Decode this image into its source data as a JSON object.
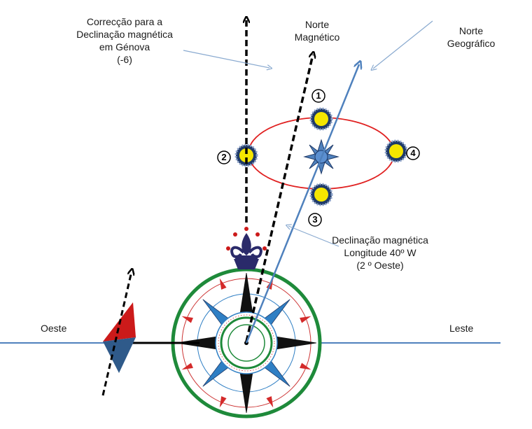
{
  "labels": {
    "correction": [
      "Correcção para a",
      "Declinação magnética",
      "em Génova",
      "(-6)"
    ],
    "magnetic_north": [
      "Norte",
      "Magnético"
    ],
    "geographic_north": [
      "Norte",
      "Geográfico"
    ],
    "declination": [
      "Declinação magnética",
      "Longitude 40º W",
      "(2 º Oeste)"
    ],
    "west": "Oeste",
    "east": "Leste"
  },
  "positions": [
    "1",
    "2",
    "3",
    "4"
  ],
  "colors": {
    "horizon_line": "#4f81bd",
    "orbit": "#e02020",
    "sun": "#f5e600",
    "sun_rim": "#1f3a68",
    "center_star": "#4f81bd",
    "compass_ring": "#1e8a3a",
    "compass_blue": "#2f7fc4",
    "compass_red": "#d42a2a",
    "fleur": "#2a2a6a",
    "geographic_arrow": "#4f81bd",
    "needle_red": "#cc1a1a",
    "needle_blue": "#2f5a8a"
  },
  "icons": [
    "sun-icon",
    "star-icon",
    "compass-rose-icon",
    "fleur-de-lis-icon",
    "magnetic-needle-icon"
  ]
}
